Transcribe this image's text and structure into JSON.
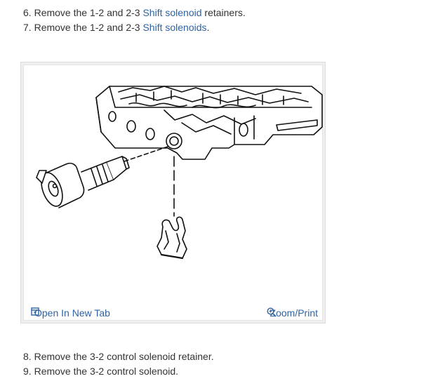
{
  "steps_before": [
    {
      "number": "6.",
      "pre": "Remove the 1-2 and 2-3 ",
      "link": "Shift solenoid",
      "post": " retainers."
    },
    {
      "number": "7.",
      "pre": "Remove the 1-2 and 2-3 ",
      "link": "Shift solenoids",
      "post": "."
    }
  ],
  "figure": {
    "open_tab_label": "Open In New Tab",
    "zoom_label": "Zoom/Print"
  },
  "steps_after": [
    {
      "number": "8.",
      "text": "Remove the 3-2 control solenoid retainer."
    },
    {
      "number": "9.",
      "text": "Remove the 3-2 control solenoid."
    }
  ],
  "colors": {
    "link": "#2e63a3",
    "text": "#333333"
  }
}
